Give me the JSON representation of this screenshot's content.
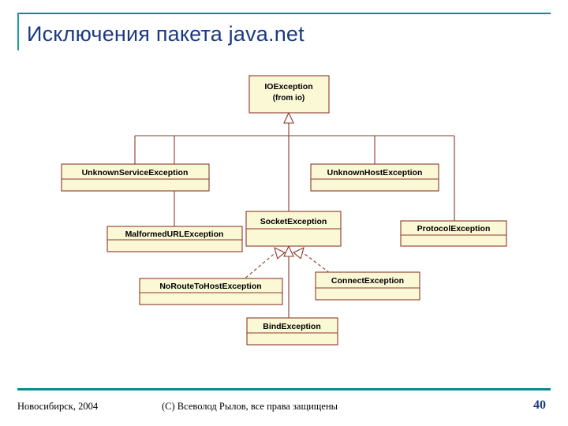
{
  "slide": {
    "title": "Исключения пакета java.net",
    "accent_color": "#0d8a8a",
    "title_color": "#1b3a84"
  },
  "footer": {
    "left": "Новосибирск, 2004",
    "center": "(С) Всеволод Рылов, все права защищены",
    "page_number": "40"
  },
  "diagram": {
    "type": "uml-class-hierarchy",
    "box_fill": "#fbf8d6",
    "box_border": "#8b3a2a",
    "connector_color": "#8b3a2a",
    "classes": [
      {
        "id": "ioexception",
        "name": "IOException",
        "stereotype": "(from io)"
      },
      {
        "id": "unknownserviceexception",
        "name": "UnknownServiceException",
        "stereotype": ""
      },
      {
        "id": "unknownhostexception",
        "name": "UnknownHostException",
        "stereotype": ""
      },
      {
        "id": "malformedurlexception",
        "name": "MalformedURLException",
        "stereotype": ""
      },
      {
        "id": "socketexception",
        "name": "SocketException",
        "stereotype": ""
      },
      {
        "id": "protocolexception",
        "name": "ProtocolException",
        "stereotype": ""
      },
      {
        "id": "noroutetohostexception",
        "name": "NoRouteToHostException",
        "stereotype": ""
      },
      {
        "id": "connectexception",
        "name": "ConnectException",
        "stereotype": ""
      },
      {
        "id": "bindexception",
        "name": "BindException",
        "stereotype": ""
      }
    ],
    "generalizations": [
      {
        "from": "UnknownServiceException",
        "to": "IOException",
        "style": "solid"
      },
      {
        "from": "MalformedURLException",
        "to": "IOException",
        "style": "solid"
      },
      {
        "from": "SocketException",
        "to": "IOException",
        "style": "solid"
      },
      {
        "from": "UnknownHostException",
        "to": "IOException",
        "style": "solid"
      },
      {
        "from": "ProtocolException",
        "to": "IOException",
        "style": "solid"
      },
      {
        "from": "NoRouteToHostException",
        "to": "SocketException",
        "style": "dashed"
      },
      {
        "from": "BindException",
        "to": "SocketException",
        "style": "solid"
      },
      {
        "from": "ConnectException",
        "to": "SocketException",
        "style": "dashed"
      }
    ]
  }
}
